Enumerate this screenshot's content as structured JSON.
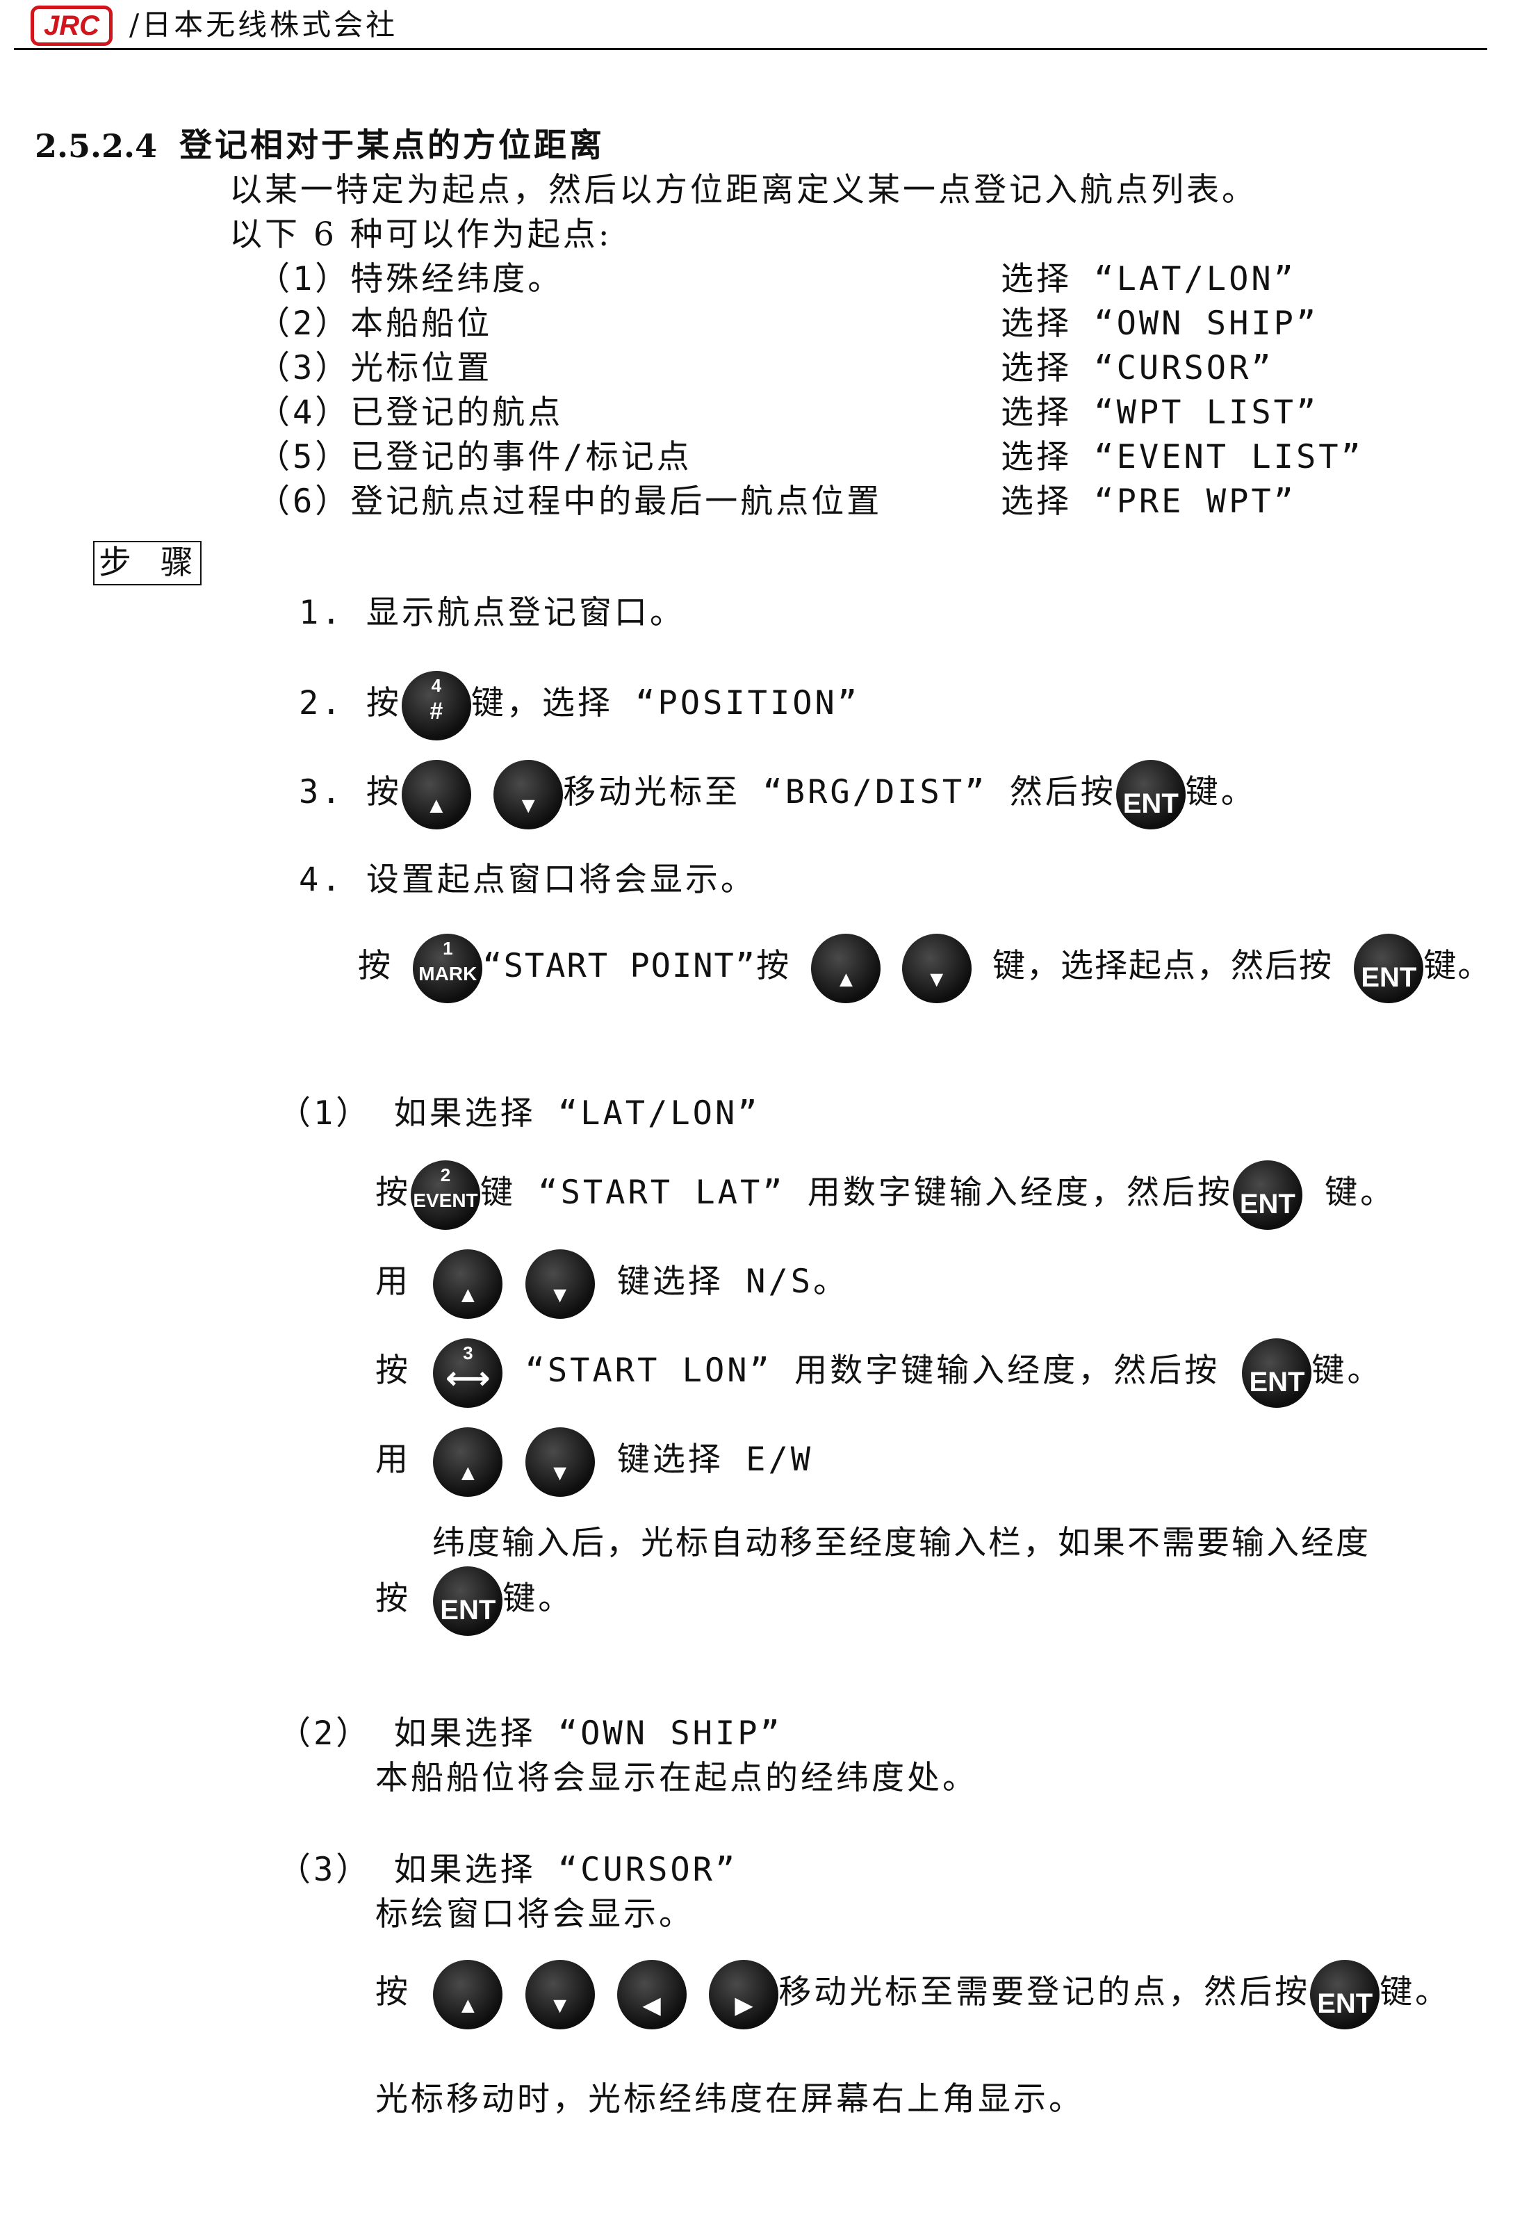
{
  "header": {
    "logo": "JRC",
    "company": "/日本无线株式会社"
  },
  "section": {
    "number": "2.5.2.4",
    "title": "登记相对于某点的方位距离"
  },
  "intro": [
    "以某一特定为起点，然后以方位距离定义某一点登记入航点列表。",
    "以下 6 种可以作为起点:"
  ],
  "options": [
    {
      "label": "（1）特殊经纬度。",
      "select": "选择 “LAT/LON”"
    },
    {
      "label": "（2）本船船位",
      "select": "选择 “OWN SHIP”"
    },
    {
      "label": "（3）光标位置",
      "select": "选择 “CURSOR”"
    },
    {
      "label": "（4）已登记的航点",
      "select": "选择 “WPT LIST”"
    },
    {
      "label": "（5）已登记的事件/标记点",
      "select": "选择 “EVENT LIST”"
    },
    {
      "label": "（6）登记航点过程中的最后一航点位置",
      "select": "选择 “PRE WPT”"
    }
  ],
  "steps_label": "步  骤",
  "keys": {
    "ent": "ENT",
    "up": "▲",
    "down": "▼",
    "left": "◀",
    "right": "▶",
    "hash_num": "4",
    "hash": "#",
    "mark_num": "1",
    "mark": "MARK",
    "event_num": "2",
    "event": "EVENT",
    "arrow_num": "3",
    "arrow": "⟷"
  },
  "steps": {
    "s1": "1.  显示航点登记窗口。",
    "s2a": "2.  按",
    "s2b": "键，选择 “POSITION”",
    "s3a": "3.  按",
    "s3b": "移动光标至 “BRG/DIST” 然后按",
    "s3c": "键。",
    "s4": "4.  设置起点窗口将会显示。",
    "s4a": "按",
    "s4b": "“START POINT”按",
    "s4c": "键，选择起点，然后按",
    "s4d": "键。"
  },
  "sub1": {
    "title": "（1）  如果选择 “LAT/LON”",
    "l1a": "按",
    "l1b": "键 “START LAT” 用数字键输入经度，然后按",
    "l1c": "键。",
    "l2a": "用",
    "l2b": "键选择 N/S。",
    "l3a": "按",
    "l3b": "“START LON” 用数字键输入经度，然后按",
    "l3c": "键。",
    "l4a": "用",
    "l4b": "键选择 E/W",
    "note1": "纬度输入后，光标自动移至经度输入栏，如果不需要输入经度",
    "note2a": "按",
    "note2b": "键。"
  },
  "sub2": {
    "title": "（2）  如果选择 “OWN SHIP”",
    "text": "本船船位将会显示在起点的经纬度处。"
  },
  "sub3": {
    "title": "（3）  如果选择 “CURSOR”",
    "text": "标绘窗口将会显示。",
    "l1a": "按",
    "l1b": "移动光标至需要登记的点，然后按",
    "l1c": "键。",
    "text2": "光标移动时，光标经纬度在屏幕右上角显示。"
  }
}
